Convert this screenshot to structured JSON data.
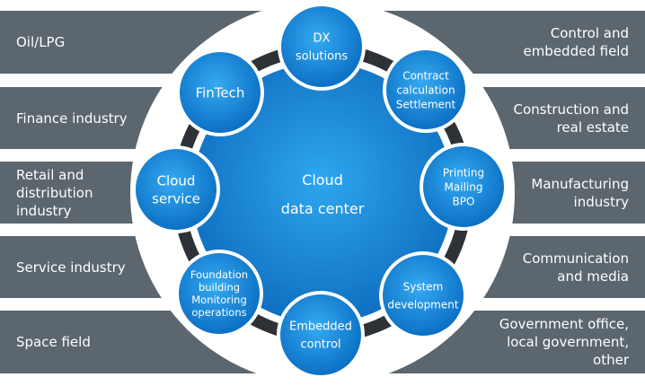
{
  "left_bars": [
    {
      "label": "Oil/LPG"
    },
    {
      "label": "Finance industry"
    },
    {
      "label": "Retail and\ndistribution\nindustry"
    },
    {
      "label": "Service industry"
    },
    {
      "label": "Space field"
    }
  ],
  "right_bars": [
    {
      "label": "Control and\nembedded field"
    },
    {
      "label": "Construction and\nreal estate"
    },
    {
      "label": "Manufacturing\nindustry"
    },
    {
      "label": "Communication\nand media"
    },
    {
      "label": "Government office,\nlocal government,\nother"
    }
  ],
  "center": {
    "label": "Cloud\ndata center"
  },
  "nodes": [
    {
      "label": "DX\nsolutions"
    },
    {
      "label": "Contract\ncalculation\nSettlement"
    },
    {
      "label": "Printing\nMailing\nBPO"
    },
    {
      "label": "System\ndevelopment"
    },
    {
      "label": "Embedded\ncontrol"
    },
    {
      "label": "Foundation\nbuilding\nMonitoring\noperations"
    },
    {
      "label": "Cloud\nservice"
    },
    {
      "label": "FinTech"
    }
  ],
  "colors": {
    "bar": "#5b666e",
    "ring": "#2e3236",
    "node_blue": "#1689d8",
    "center_blue": "#1a8ee0"
  }
}
